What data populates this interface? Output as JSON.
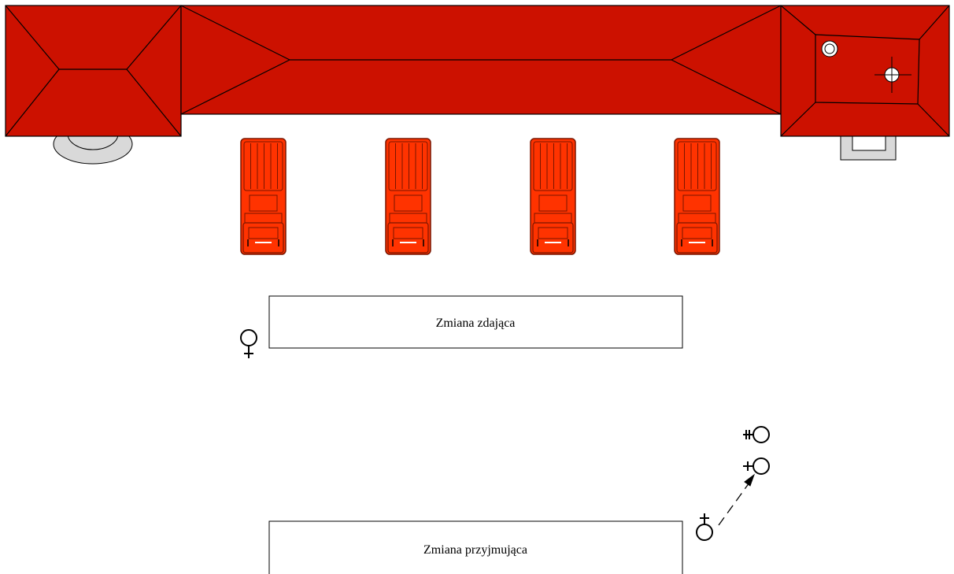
{
  "colors": {
    "building": "#cc1100",
    "vehicle": "#ff3300",
    "vehicle_outline": "#7a1500",
    "line": "#000000",
    "gray_fixture": "#d9d9d9"
  },
  "vehicles": [
    {
      "name": "vehicle-1",
      "icon": "fire-truck-icon"
    },
    {
      "name": "vehicle-2",
      "icon": "fire-truck-icon"
    },
    {
      "name": "vehicle-3",
      "icon": "fire-truck-icon"
    },
    {
      "name": "vehicle-4",
      "icon": "fire-truck-icon"
    }
  ],
  "shift_boxes": {
    "outgoing": "Zmiana zdająca",
    "incoming": "Zmiana przyjmująca"
  },
  "symbols": {
    "commander_outgoing": "female-commander-icon",
    "commander_incoming": "person-cross-icon",
    "deputy": "person-plus-icon",
    "officer": "person-double-plus-icon",
    "movement": "dashed-arrow-icon"
  }
}
